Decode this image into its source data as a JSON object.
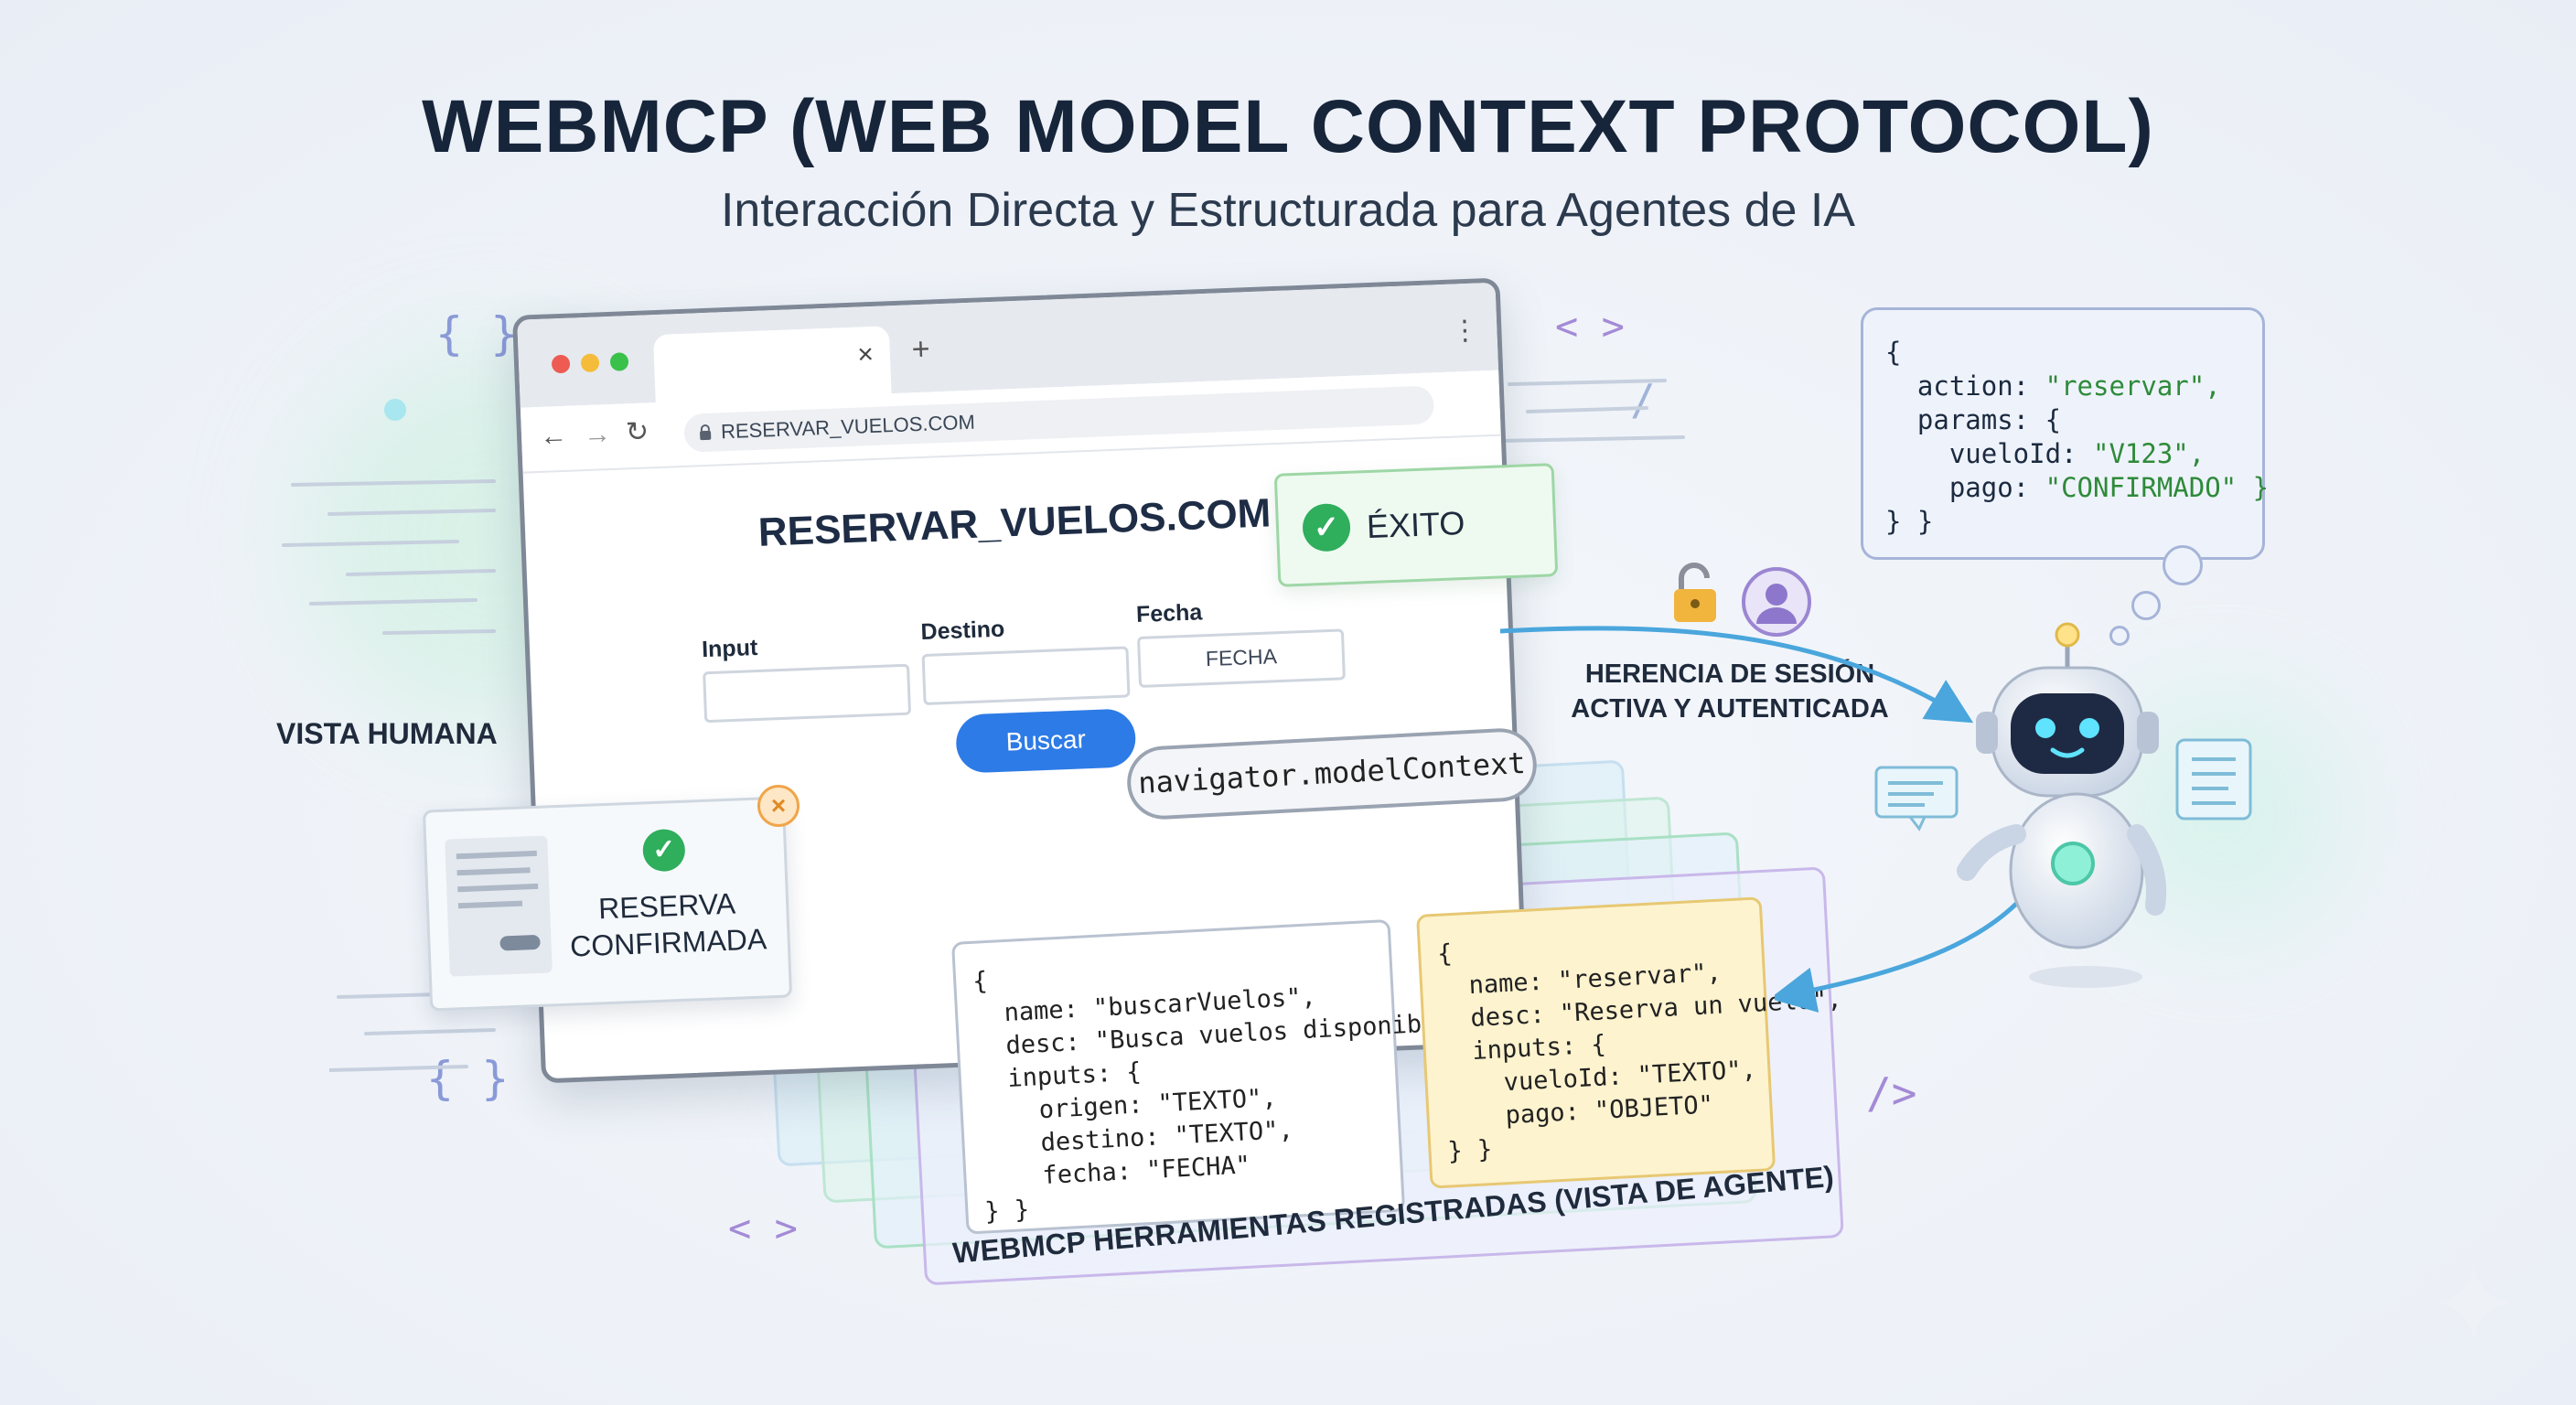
{
  "header": {
    "title": "WEBMCP (WEB MODEL CONTEXT PROTOCOL)",
    "subtitle": "Interacción Directa y Estructurada para Agentes de IA"
  },
  "deco": {
    "braces": "{ }",
    "angle": "< >",
    "slash": "/>",
    "slash2": "/"
  },
  "browser": {
    "tab_close": "×",
    "tab_new": "+",
    "menu": "⋮",
    "url": "RESERVAR_VUELOS.COM",
    "site_title": "RESERVAR_VUELOS.COM",
    "fields": {
      "input_label": "Input",
      "destino_label": "Destino",
      "fecha_label": "Fecha",
      "fecha_placeholder": "FECHA"
    },
    "search_button": "Buscar"
  },
  "badges": {
    "exito": "ÉXITO",
    "reserva_line1": "RESERVA",
    "reserva_line2": "CONFIRMADA"
  },
  "labels": {
    "vista_humana": "VISTA HUMANA",
    "herencia_line1": "HERENCIA DE SESIÓN",
    "herencia_line2": "ACTIVA Y AUTENTICADA",
    "tools_caption": "WEBMCP HERRAMIENTAS REGISTRADAS (VISTA DE AGENTE)",
    "model_context": "navigator.modelContext"
  },
  "tool_buscar": {
    "lines": [
      "{",
      "  name: \"buscarVuelos\",",
      "  desc: \"Busca vuelos disponibles\",",
      "  inputs: {",
      "    origen: \"TEXTO\",",
      "    destino: \"TEXTO\",",
      "    fecha: \"FECHA\"",
      "} }"
    ]
  },
  "tool_reservar": {
    "lines": [
      "{",
      "  name: \"reservar\",",
      "  desc: \"Reserva un vuelo\",",
      "  inputs: {",
      "    vueloId: \"TEXTO\",",
      "    pago: \"OBJETO\"",
      "} }"
    ]
  },
  "agent_call": {
    "l1": "{",
    "l2": "  action: ",
    "l2s": "\"reservar\",",
    "l3": "  params: {",
    "l4": "    vueloId: ",
    "l4s": "\"V123\",",
    "l5": "    pago: ",
    "l5s": "\"CONFIRMADO\" }",
    "l6": "} }"
  },
  "colors": {
    "accent_blue": "#2d7be6",
    "success_green": "#2fae5c",
    "tool_yellow": "#fdf3cf",
    "arrow_blue": "#4aa6dc"
  }
}
